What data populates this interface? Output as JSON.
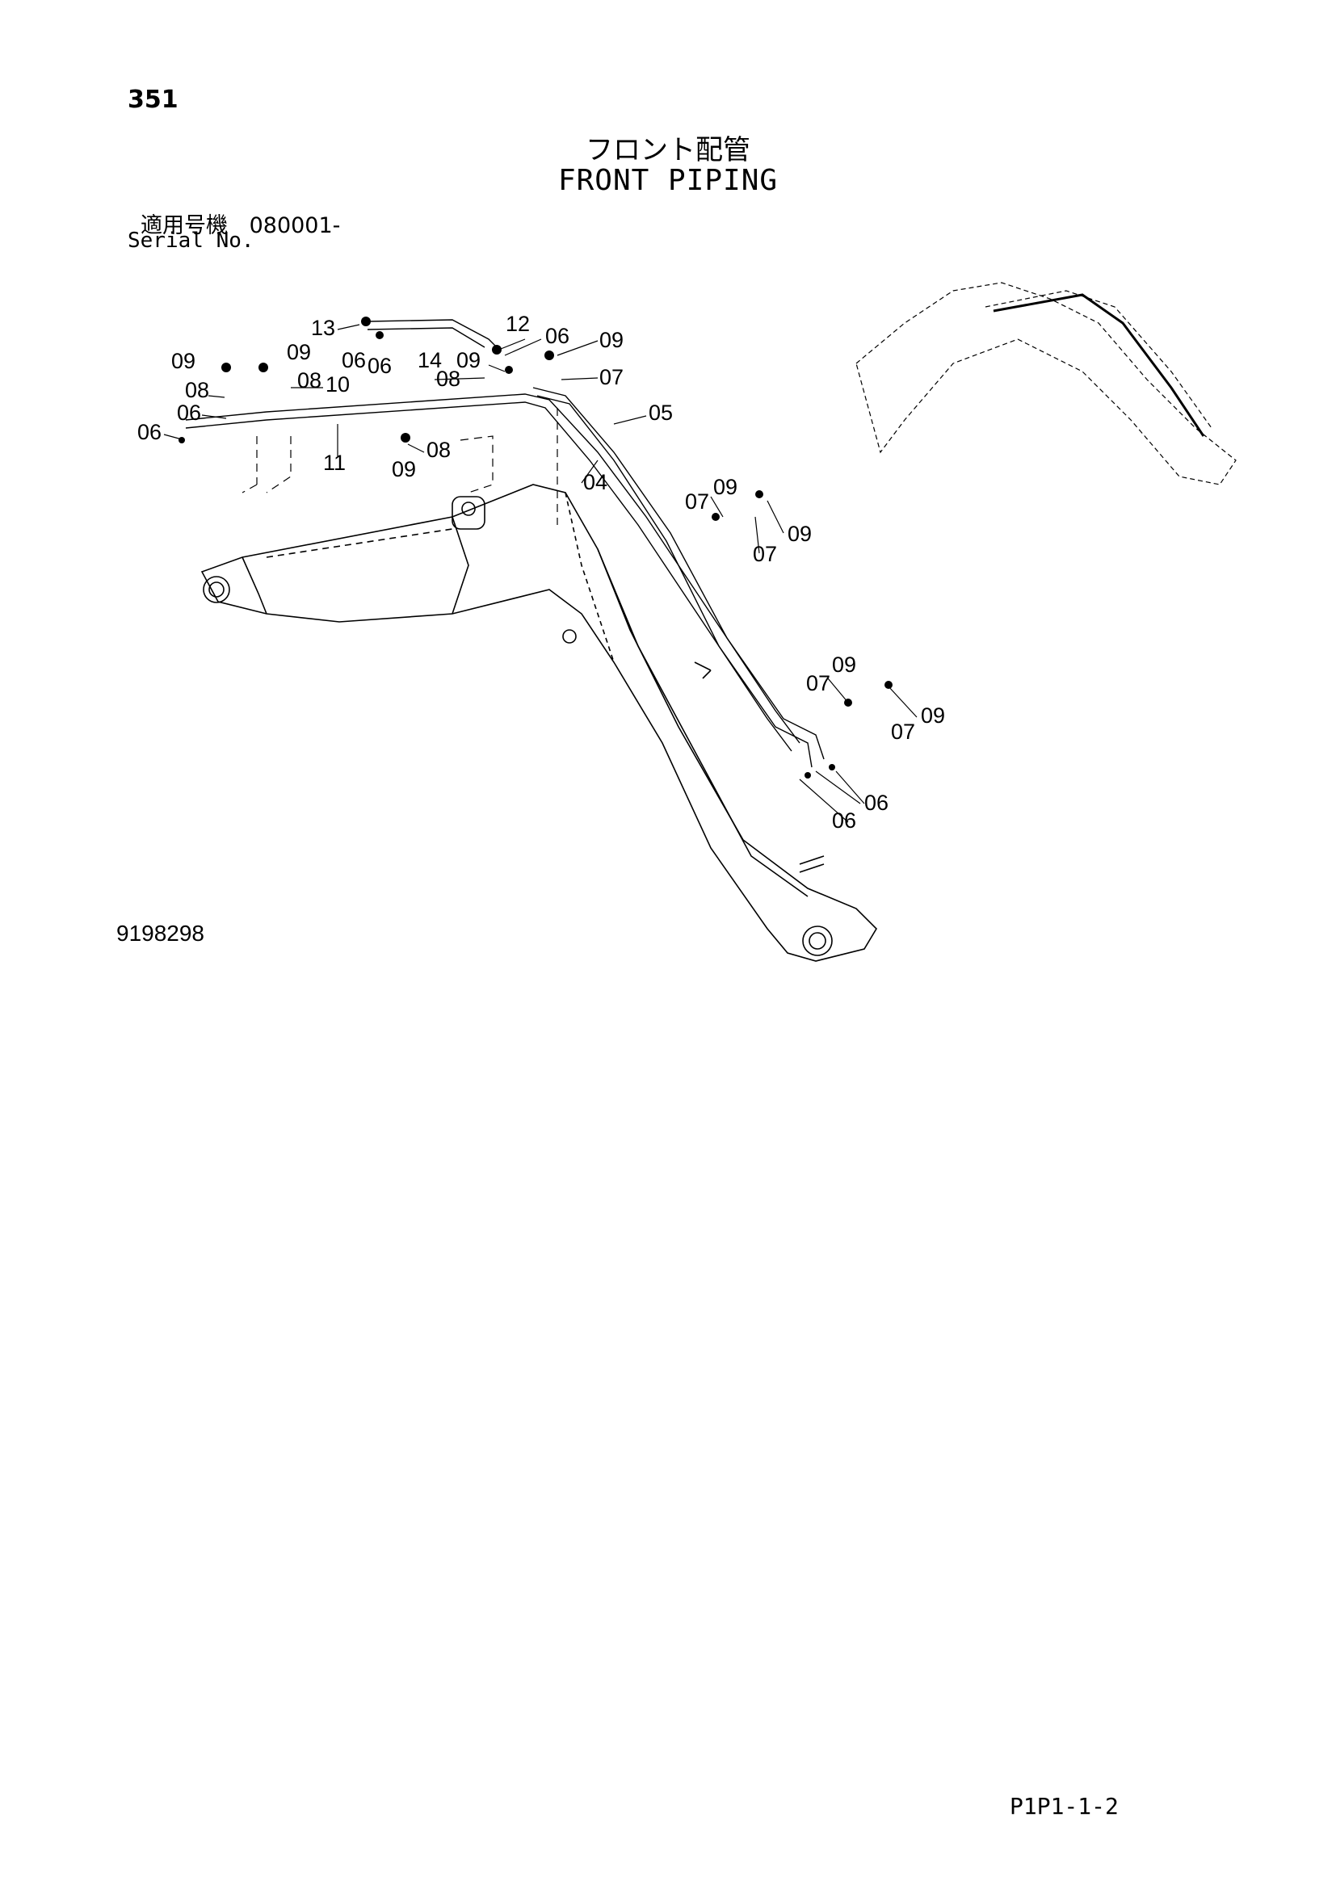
{
  "page_number": "351",
  "title_jp": "フロント配管",
  "title_en": "FRONT PIPING",
  "serial_label_jp": "適用号機",
  "serial_value": "080001-",
  "serial_label_en": "Serial No.",
  "drawing_number": "9198298",
  "page_code": "P1P1-1-2",
  "callouts": {
    "c13": "13",
    "c12": "12",
    "c06_top": "06",
    "c09_top_right": "09",
    "c14": "14",
    "c06_a": "06",
    "c06_b": "06",
    "c09_mid": "09",
    "c07_top": "07",
    "c09_left_top": "09",
    "c09_left2": "09",
    "c08_left": "08",
    "c08_left2": "08",
    "c10": "10",
    "c08_mid": "08",
    "c06_left1": "06",
    "c06_left2": "06",
    "c05": "05",
    "c11": "11",
    "c08_lower": "08",
    "c09_lower": "09",
    "c04": "04",
    "c07_mid1": "07",
    "c09_mid1": "09",
    "c09_mid2": "09",
    "c07_mid2": "07",
    "c07_bot1": "07",
    "c09_bot1": "09",
    "c09_bot2": "09",
    "c07_bot2": "07",
    "c06_bot1": "06",
    "c06_bot2": "06"
  }
}
